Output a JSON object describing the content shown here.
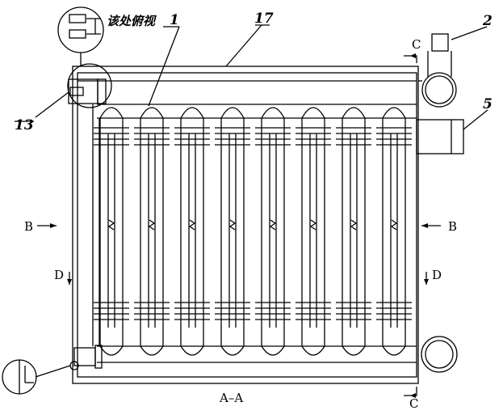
{
  "drawing": {
    "section_label": "A–A",
    "top_note": "该处俯视",
    "part_labels": [
      {
        "id": "label-1",
        "text": "1"
      },
      {
        "id": "label-2",
        "text": "2"
      },
      {
        "id": "label-5",
        "text": "5"
      },
      {
        "id": "label-13",
        "text": "13"
      },
      {
        "id": "label-17",
        "text": "17"
      }
    ],
    "view_markers": {
      "b_left": "B",
      "b_right": "B",
      "d_left": "D",
      "d_right": "D",
      "c_top": "C",
      "c_bottom": "C"
    },
    "tube_count": 8,
    "line_color": "#000000"
  }
}
